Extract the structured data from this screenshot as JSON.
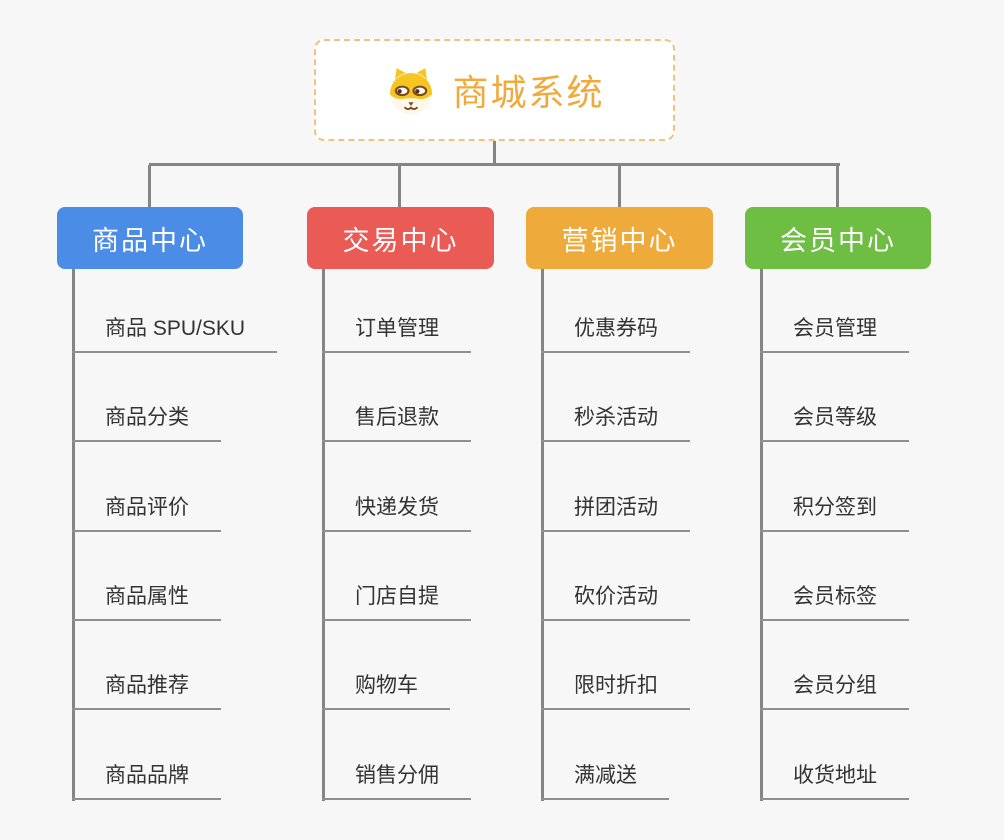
{
  "background_color": "#f7f7f7",
  "connector_color": "#858585",
  "root": {
    "title": "商城系统",
    "icon": "dog-face-icon",
    "text_color": "#f2a93b",
    "border_color": "#f0c27d"
  },
  "branches": [
    {
      "label": "商品中心",
      "color": "#4b8ce6",
      "items": [
        "商品 SPU/SKU",
        "商品分类",
        "商品评价",
        "商品属性",
        "商品推荐",
        "商品品牌"
      ]
    },
    {
      "label": "交易中心",
      "color": "#ea5b55",
      "items": [
        "订单管理",
        "售后退款",
        "快递发货",
        "门店自提",
        "购物车",
        "销售分佣"
      ]
    },
    {
      "label": "营销中心",
      "color": "#eeab3b",
      "items": [
        "优惠券码",
        "秒杀活动",
        "拼团活动",
        "砍价活动",
        "限时折扣",
        "满减送"
      ]
    },
    {
      "label": "会员中心",
      "color": "#6ebe44",
      "items": [
        "会员管理",
        "会员等级",
        "积分签到",
        "会员标签",
        "会员分组",
        "收货地址"
      ]
    }
  ]
}
